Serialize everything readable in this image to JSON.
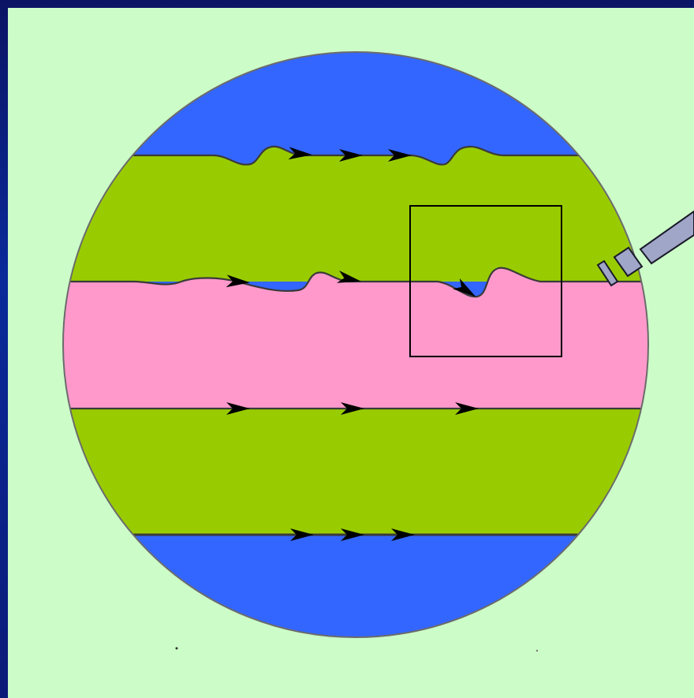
{
  "diagram": {
    "colors": {
      "frame": "#0b1a78",
      "background": "#ccfcc8",
      "polar_band": "#3366ff",
      "temperate_band": "#99cc00",
      "equatorial_band": "#ff99cc",
      "outline": "#6b6b6b",
      "arrow": "#000000",
      "detector": "#a0a6c8"
    },
    "bands": [
      {
        "name": "north-polar-band",
        "fill": "polar_band"
      },
      {
        "name": "north-temperate-band",
        "fill": "temperate_band"
      },
      {
        "name": "equatorial-band",
        "fill": "equatorial_band"
      },
      {
        "name": "south-temperate-band",
        "fill": "temperate_band"
      },
      {
        "name": "south-polar-band",
        "fill": "polar_band"
      }
    ],
    "arrows": {
      "north-boundary": 3,
      "upper-mid-boundary": 3,
      "lower-mid-boundary": 3,
      "south-boundary": 3
    },
    "icons": [
      "telescope-icon",
      "zoom-box",
      "flow-arrow-icon"
    ]
  }
}
